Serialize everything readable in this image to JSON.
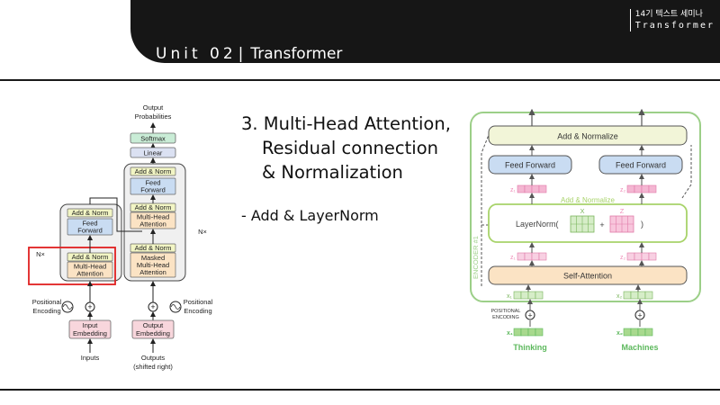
{
  "header": {
    "unit_label": "Unit 02",
    "separator": "|",
    "unit_topic": "Transformer",
    "badge_line1": "14기 텍스트 세미나",
    "badge_line2": "Transformer"
  },
  "content": {
    "heading_line1": "3. Multi-Head Attention,",
    "heading_line2": "Residual connection",
    "heading_line3": "& Normalization",
    "bullet": "- Add & LayerNorm"
  },
  "left_diagram": {
    "output_probabilities_1": "Output",
    "output_probabilities_2": "Probabilities",
    "softmax": "Softmax",
    "linear": "Linear",
    "add_norm": "Add & Norm",
    "feed_forward_1": "Feed",
    "feed_forward_2": "Forward",
    "multi_head_1": "Multi-Head",
    "multi_head_2": "Attention",
    "masked_1": "Masked",
    "masked_2": "Multi-Head",
    "masked_3": "Attention",
    "nx": "N×",
    "positional_1": "Positional",
    "positional_2": "Encoding",
    "input_embedding_1": "Input",
    "input_embedding_2": "Embedding",
    "output_embedding_1": "Output",
    "output_embedding_2": "Embedding",
    "inputs": "Inputs",
    "outputs_1": "Outputs",
    "outputs_2": "(shifted right)"
  },
  "right_diagram": {
    "add_normalize_top": "Add & Normalize",
    "feed_forward": "Feed Forward",
    "add_normalize_mid": "Add & Normalize",
    "layernorm": "LayerNorm(",
    "plus": "+",
    "close_paren": ")",
    "x_label": "X",
    "z_label": "Z",
    "self_attention": "Self-Attention",
    "encoder_label": "ENCODER #1",
    "positional_1": "POSITIONAL",
    "positional_2": "ENCODING",
    "z1": "z₁",
    "z2": "z₂",
    "x1": "x₁",
    "x2": "x₂",
    "word1": "Thinking",
    "word2": "Machines"
  },
  "colors": {
    "header_bg": "#161616",
    "highlight_red": "#e02020",
    "encoder_green": "#9ccf88",
    "word_green": "#5cb85c",
    "ffn_blue": "#c9dcf2",
    "attention_orange": "#fbe3c4",
    "add_norm_yellow": "#f2f5c4",
    "embedding_pink": "#f8d6dc",
    "z_pink": "#f08cb8",
    "x_green": "#b8dfa8",
    "layernorm_green": "#a8d36a"
  }
}
